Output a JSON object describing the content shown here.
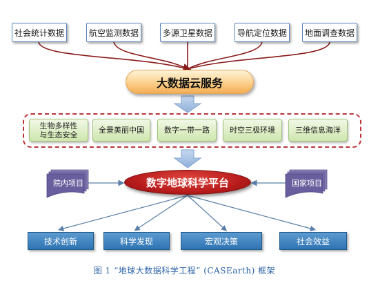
{
  "sources": [
    "社会统计数据",
    "航空监测数据",
    "多源卫星数据",
    "导航定位数据",
    "地面调查数据"
  ],
  "cloud_service": "大数据云服务",
  "applications": [
    "生物多样性\n与生态安全",
    "全景美丽中国",
    "数字一带一路",
    "时空三极环境",
    "三维信息海洋"
  ],
  "platform": "数字地球科学平台",
  "side_inputs": {
    "left": "院内项目",
    "right": "国家项目"
  },
  "outputs": [
    "技术创新",
    "科学发现",
    "宏观决策",
    "社会效益"
  ],
  "caption": "图 1  “地球大数据科学工程” (CASEarth) 框架",
  "colors": {
    "source_border": "#5b84b8",
    "connector_red": "#8a1a1a",
    "arrow_blue": "#9bb8dc",
    "dash_red": "#b8343a",
    "app_green": "#cfe6ad",
    "platform_red": "#b81c1c",
    "doc_purple": "#6a5f9e",
    "output_blue": "#2f73b3",
    "caption_blue": "#2b63a8"
  }
}
